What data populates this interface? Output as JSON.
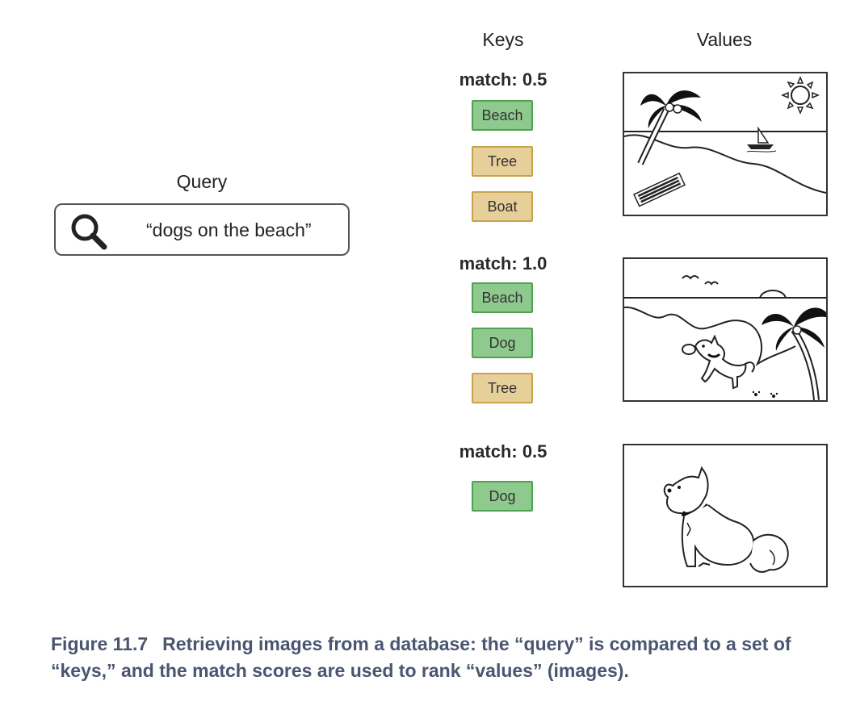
{
  "headers": {
    "keys": "Keys",
    "values": "Values"
  },
  "query": {
    "label": "Query",
    "text": "“dogs on the beach”",
    "icon": "search-icon"
  },
  "groups": [
    {
      "match": "match: 0.5",
      "keys": [
        {
          "label": "Beach",
          "color": "green"
        },
        {
          "label": "Tree",
          "color": "tan"
        },
        {
          "label": "Boat",
          "color": "tan"
        }
      ]
    },
    {
      "match": "match: 1.0",
      "keys": [
        {
          "label": "Beach",
          "color": "green"
        },
        {
          "label": "Dog",
          "color": "green"
        },
        {
          "label": "Tree",
          "color": "tan"
        }
      ]
    },
    {
      "match": "match: 0.5",
      "keys": [
        {
          "label": "Dog",
          "color": "green"
        }
      ]
    }
  ],
  "colors": {
    "match_green_fill": "#8ec98e",
    "match_green_border": "#4fa24f",
    "nomatch_tan_fill": "#e6cf99",
    "nomatch_tan_border": "#c9a24e",
    "caption": "#4a5570"
  },
  "caption": {
    "figure": "Figure 11.7",
    "text": "Retrieving images from a database: the “query” is compared to a set of “keys,” and the match scores are used to rank “values” (images)."
  }
}
